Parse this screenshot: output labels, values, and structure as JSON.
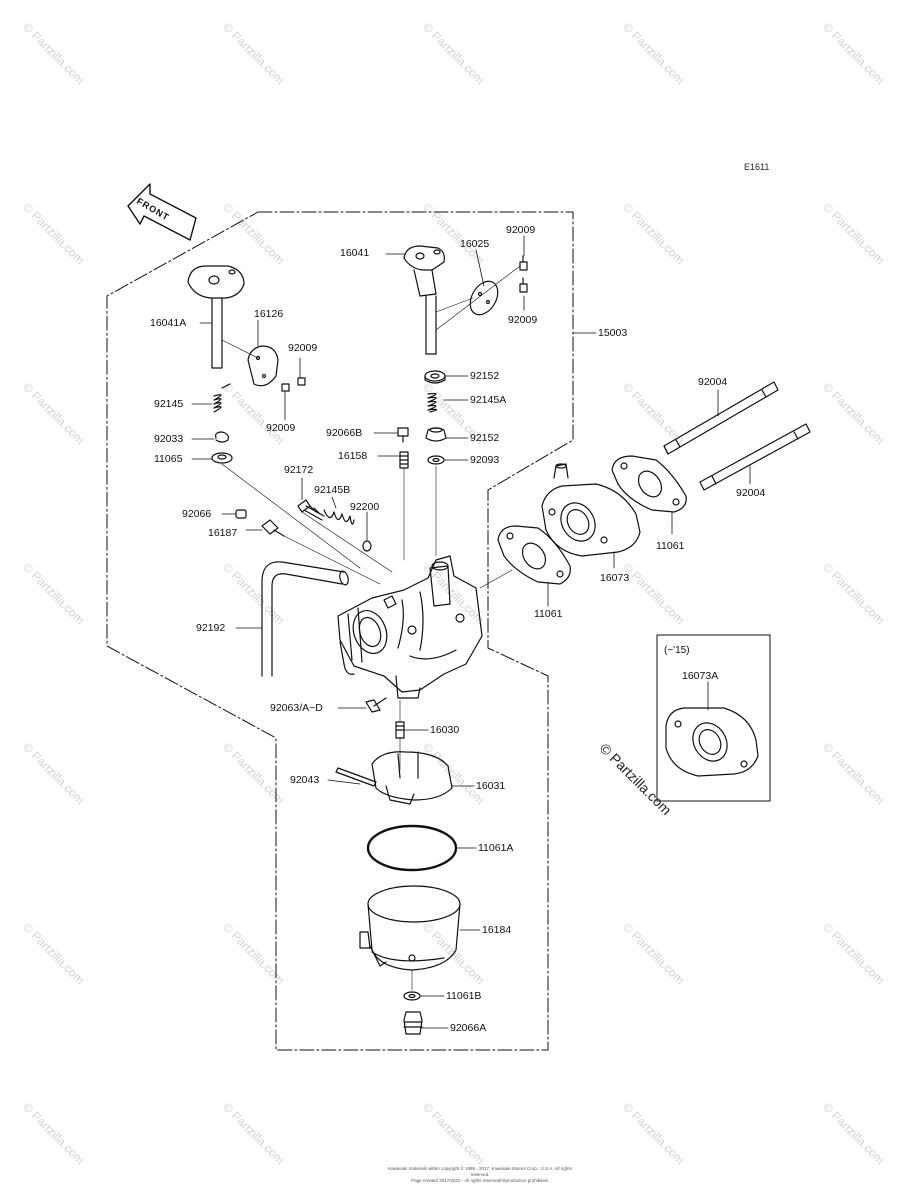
{
  "diagram_code": "E1611",
  "front_label": "FRONT",
  "watermark": "© Partzilla.com",
  "inset_note": "(~'15)",
  "footer_lines": [
    "Kawasaki materials within copyright © 1995 - 2017, Kawasaki Motors Corp., U.S.A. All rights reserved.",
    "Page created 2017/2022 - All rights reserved/reproduction prohibited."
  ],
  "labels": {
    "p16041": "16041",
    "p16025": "16025",
    "p92009_top": "92009",
    "p92009_top2": "92009",
    "p15003": "15003",
    "p16041A": "16041A",
    "p16126": "16126",
    "p92009_mid": "92009",
    "p92009_mid2": "92009",
    "p92145": "92145",
    "p92033": "92033",
    "p11065": "11065",
    "p92152_a": "92152",
    "p92145A": "92145A",
    "p92066B": "92066B",
    "p92152_b": "92152",
    "p16158": "16158",
    "p92093": "92093",
    "p92172": "92172",
    "p92145B": "92145B",
    "p92200": "92200",
    "p92066": "92066",
    "p16187": "16187",
    "p92192": "92192",
    "p92004_a": "92004",
    "p92004_b": "92004",
    "p11061_a": "11061",
    "p16073": "16073",
    "p11061_b": "11061",
    "p16073A": "16073A",
    "p92063": "92063/A~D",
    "p16030": "16030",
    "p92043": "92043",
    "p16031": "16031",
    "p11061A": "11061A",
    "p16184": "16184",
    "p11061B": "11061B",
    "p92066A": "92066A"
  }
}
